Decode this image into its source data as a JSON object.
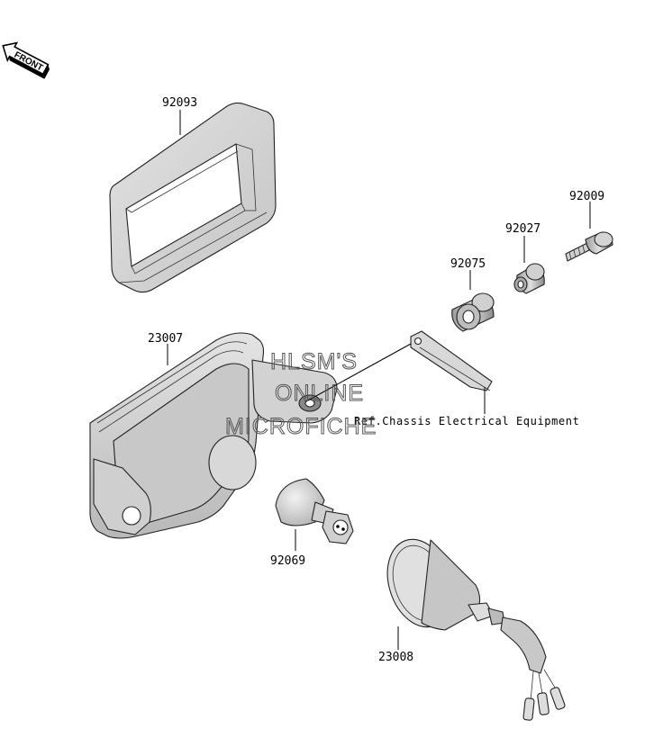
{
  "orientation": {
    "arrow_label": "FRONT",
    "icon": "front-arrow-icon"
  },
  "parts": [
    {
      "number": "92093"
    },
    {
      "number": "92009"
    },
    {
      "number": "92027"
    },
    {
      "number": "92075"
    },
    {
      "number": "23007"
    },
    {
      "number": "92069"
    },
    {
      "number": "23008"
    }
  ],
  "reference_note": "Ref.Chassis Electrical Equipment",
  "watermark": {
    "lines": [
      "HLSM'S",
      "ONLINE",
      "MICROFICHE"
    ]
  },
  "colors": {
    "line": "#222222",
    "part_fill": "#d6d6d6",
    "part_fill_dark": "#a8a8a8",
    "background": "#ffffff"
  }
}
